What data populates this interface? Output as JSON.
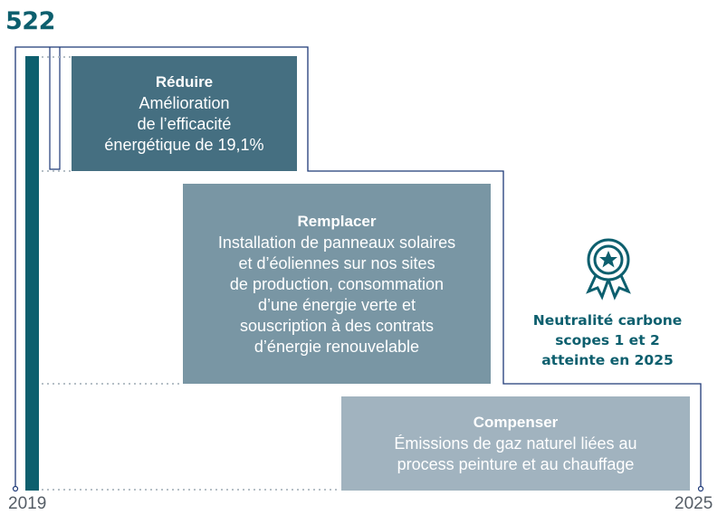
{
  "top_value": "522",
  "steps": [
    {
      "title": "Réduire",
      "lines": [
        "Amélioration",
        "de l’efficacité",
        "énergétique de 19,1%"
      ]
    },
    {
      "title": "Remplacer",
      "lines": [
        "Installation de panneaux solaires",
        "et d’éoliennes sur nos sites",
        "de production, consommation",
        "d’une énergie verte et",
        "souscription à des contrats",
        "d’énergie renouvelable"
      ]
    },
    {
      "title": "Compenser",
      "lines": [
        "Émissions de gaz naturel liées au",
        "process peinture et au chauffage"
      ]
    }
  ],
  "neutrality": {
    "lines": [
      "Neutralité carbone",
      "scopes 1 et 2",
      "atteinte en 2025"
    ],
    "icon": "award-ribbon-star-icon"
  },
  "years": {
    "start": "2019",
    "end": "2025"
  },
  "colors": {
    "accent": "#0d5f6e",
    "reduire": "#456f81",
    "remplacer": "#7996a4",
    "compenser": "#a1b3bf",
    "outline": "#1f3a78"
  }
}
